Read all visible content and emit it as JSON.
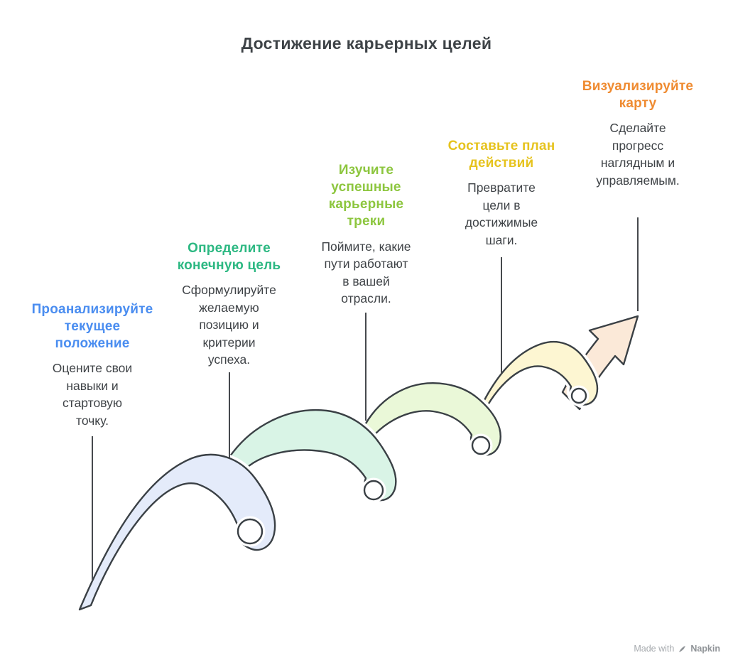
{
  "title": "Достижение карьерных целей",
  "steps": [
    {
      "title": "Проанализируйте\nтекущее\nположение",
      "description": "Оцените свои\nнавыки и\nстартовую\nточку.",
      "title_color": "#4a8df0",
      "ribbon_color": "#e4ebfa"
    },
    {
      "title": "Определите\nконечную цель",
      "description": "Сформулируйте\nжелаемую\nпозицию и\nкритерии\nуспеха.",
      "title_color": "#2cb882",
      "ribbon_color": "#d9f4e6"
    },
    {
      "title": "Изучите\nуспешные\nкарьерные\nтреки",
      "description": "Поймите, какие\nпути работают\nв вашей\nотрасли.",
      "title_color": "#8dc63f",
      "ribbon_color": "#eaf8d8"
    },
    {
      "title": "Составьте план\nдействий",
      "description": "Превратите\nцели в\nдостижимые\nшаги.",
      "title_color": "#e6c31e",
      "ribbon_color": "#fdf6d2"
    },
    {
      "title": "Визуализируйте\nкарту",
      "description": "Сделайте\nпрогресс\nнаглядным и\nуправляемым.",
      "title_color": "#ef8b31",
      "ribbon_color": "#fbe9d8"
    }
  ],
  "footer": {
    "made_with": "Made with",
    "brand": "Napkin"
  }
}
